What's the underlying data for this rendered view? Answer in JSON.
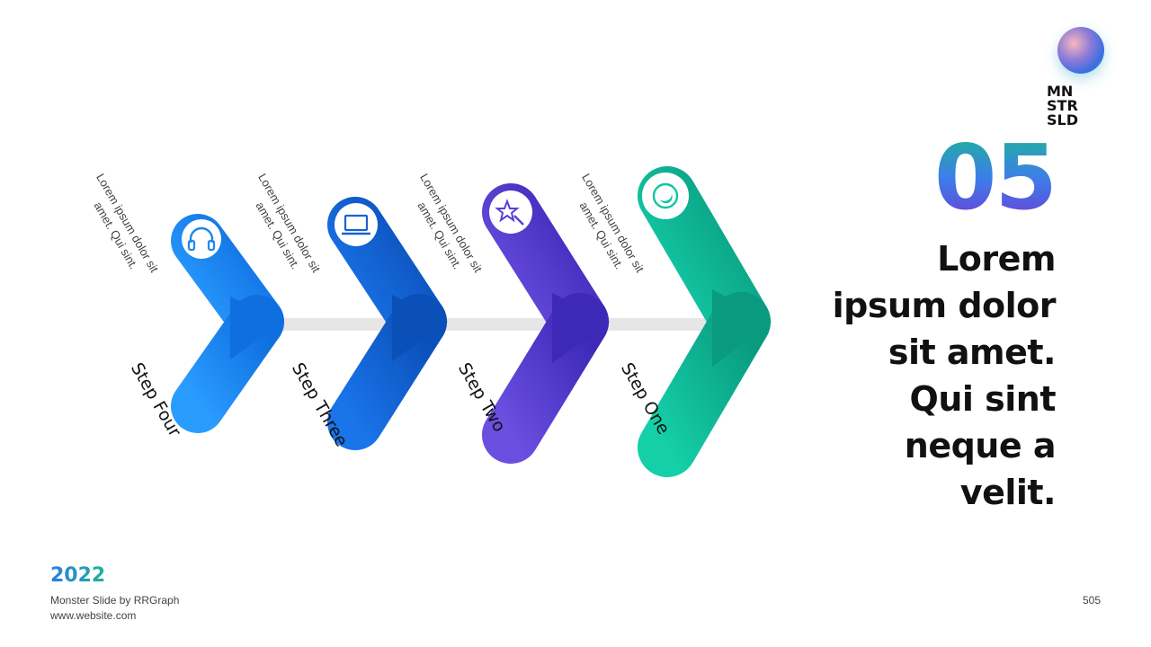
{
  "brand": {
    "lines": [
      "MN",
      "STR",
      "SLD"
    ]
  },
  "slide_number": "05",
  "headline": "Lorem ipsum dolor sit amet. Qui sint neque a velit.",
  "year": "2022",
  "footer": {
    "credit": "Monster Slide  by RRGraph",
    "website": "www.website.com",
    "page": "505"
  },
  "colors": {
    "step4": "#1e88f0",
    "step3": "#1763d6",
    "step2": "#5a3ed8",
    "step1": "#12c4a0",
    "track": "#e6e6e6"
  },
  "steps": [
    {
      "label": "Step Four",
      "desc_line1": "Lorem ipsum dolor sit",
      "desc_line2": "amet. Qui sint.",
      "icon": "headset-icon"
    },
    {
      "label": "Step Three",
      "desc_line1": "Lorem ipsum dolor sit",
      "desc_line2": "amet. Qui sint.",
      "icon": "laptop-icon"
    },
    {
      "label": "Step Two",
      "desc_line1": "Lorem ipsum dolor sit",
      "desc_line2": "amet. Qui sint.",
      "icon": "magic-wand-icon"
    },
    {
      "label": "Step One",
      "desc_line1": "Lorem ipsum dolor sit",
      "desc_line2": "amet. Qui sint.",
      "icon": "moon-icon"
    }
  ]
}
